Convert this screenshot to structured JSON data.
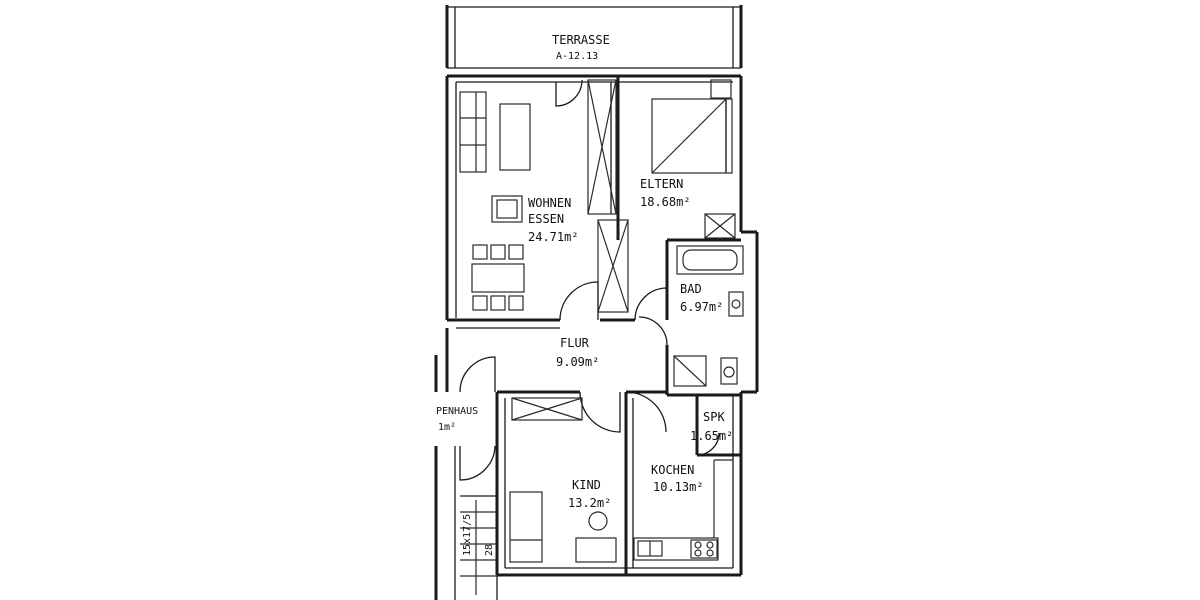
{
  "rooms": {
    "terrasse": {
      "name": "TERRASSE",
      "note": "A-12.13"
    },
    "wohnen": {
      "name1": "WOHNEN",
      "name2": "ESSEN",
      "area": "24.71m²"
    },
    "eltern": {
      "name": "ELTERN",
      "area": "18.68m²"
    },
    "bad": {
      "name": "BAD",
      "area": "6.97m²"
    },
    "flur": {
      "name": "FLUR",
      "area": "9.09m²"
    },
    "treppenhaus": {
      "name": "PENHAUS",
      "area": "1m²"
    },
    "spk": {
      "name": "SPK",
      "area": "1.65m²"
    },
    "kind": {
      "name": "KIND",
      "area": "13.2m²"
    },
    "kochen": {
      "name": "KOCHEN",
      "area": "10.13m²"
    }
  },
  "stairs": {
    "label1": "15x17/5",
    "label2": "28"
  }
}
